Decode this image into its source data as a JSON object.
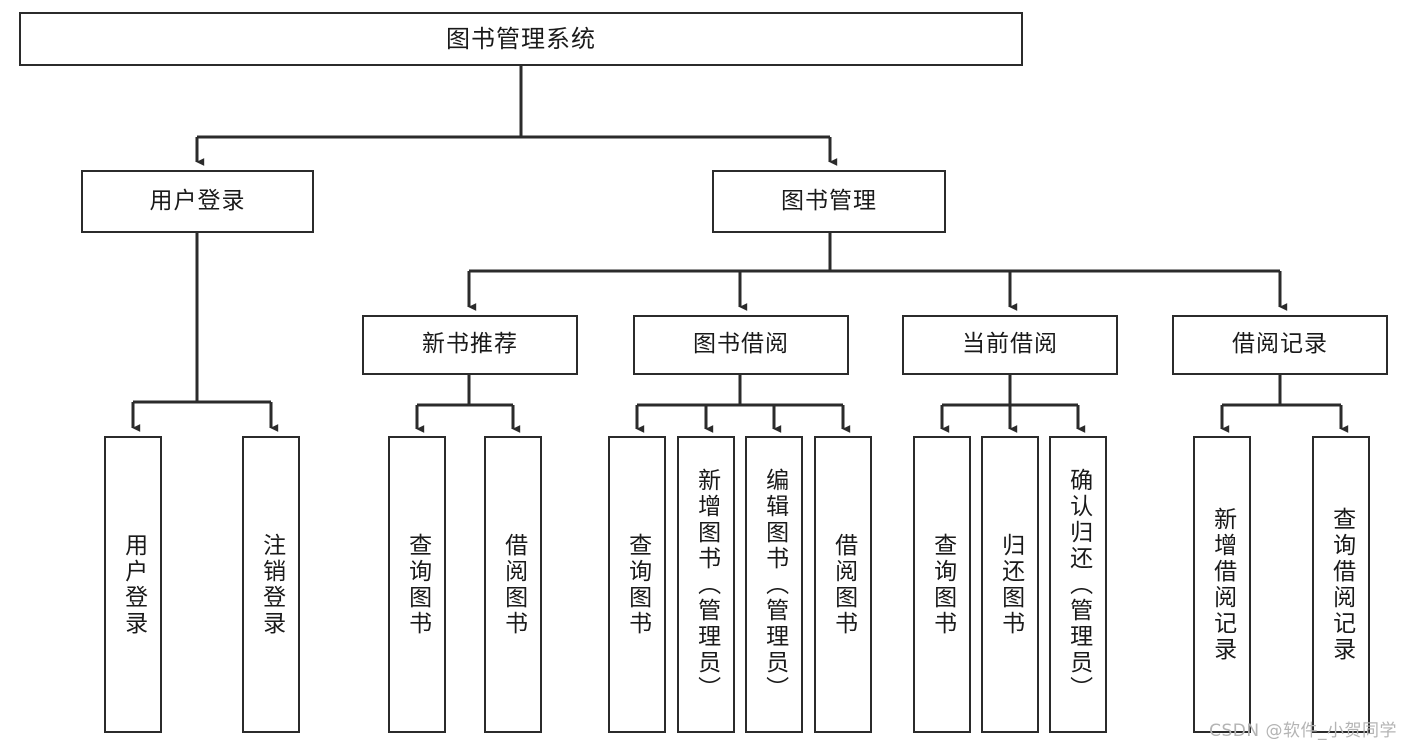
{
  "diagram": {
    "title": "图书管理系统",
    "type": "tree-hierarchy-diagram",
    "colors": {
      "box_stroke": "#2b2b2b",
      "box_fill": "#ffffff",
      "line": "#2b2b2b",
      "text": "#1a1a1a",
      "watermark": "#b4b4b4",
      "background": "#ffffff"
    }
  },
  "root": {
    "label": "图书管理系统"
  },
  "level2": [
    {
      "label": "用户登录"
    },
    {
      "label": "图书管理"
    }
  ],
  "level3": [
    {
      "label": "新书推荐"
    },
    {
      "label": "图书借阅"
    },
    {
      "label": "当前借阅"
    },
    {
      "label": "借阅记录"
    }
  ],
  "leaves": {
    "user_login": [
      {
        "label": "用户登录"
      },
      {
        "label": "注销登录"
      }
    ],
    "new_book_recommend": [
      {
        "label": "查询图书"
      },
      {
        "label": "借阅图书"
      }
    ],
    "book_borrow": [
      {
        "label": "查询图书"
      },
      {
        "label": "新增图书（管理员）"
      },
      {
        "label": "编辑图书（管理员）"
      },
      {
        "label": "借阅图书"
      }
    ],
    "current_borrow": [
      {
        "label": "查询图书"
      },
      {
        "label": "归还图书"
      },
      {
        "label": "确认归还（管理员）"
      }
    ],
    "borrow_records": [
      {
        "label": "新增借阅记录"
      },
      {
        "label": "查询借阅记录"
      }
    ]
  },
  "watermark": {
    "text": "CSDN @软件_小贺同学"
  }
}
